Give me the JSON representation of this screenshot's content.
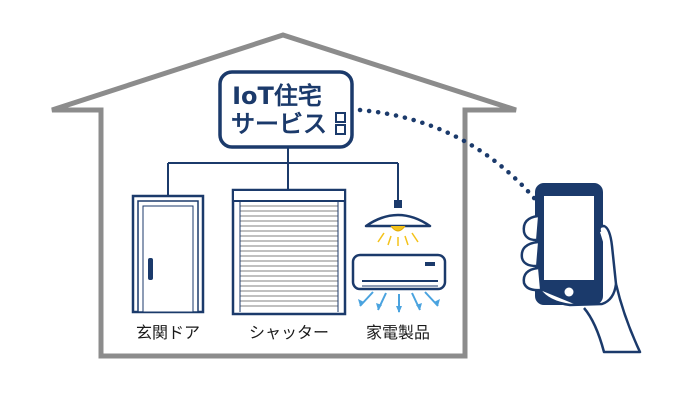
{
  "hub": {
    "line1": "IoT住宅",
    "line2": "サービス"
  },
  "devices": {
    "door_label": "玄関ドア",
    "shutter_label": "シャッター",
    "appliance_label": "家電製品"
  },
  "icons": [
    "house-outline-icon",
    "hub-box-icon",
    "door-icon",
    "shutter-icon",
    "ceiling-light-icon",
    "air-conditioner-icon",
    "smartphone-in-hand-icon",
    "wireless-dots-icon"
  ],
  "colors": {
    "house_outline": "#888888",
    "navy": "#1b3a6b",
    "hub_fill": "#ffffff",
    "shutter_slat": "#999999",
    "airflow": "#4aa3df",
    "light_glow": "#f4c21a",
    "skin": "#ffffff"
  }
}
